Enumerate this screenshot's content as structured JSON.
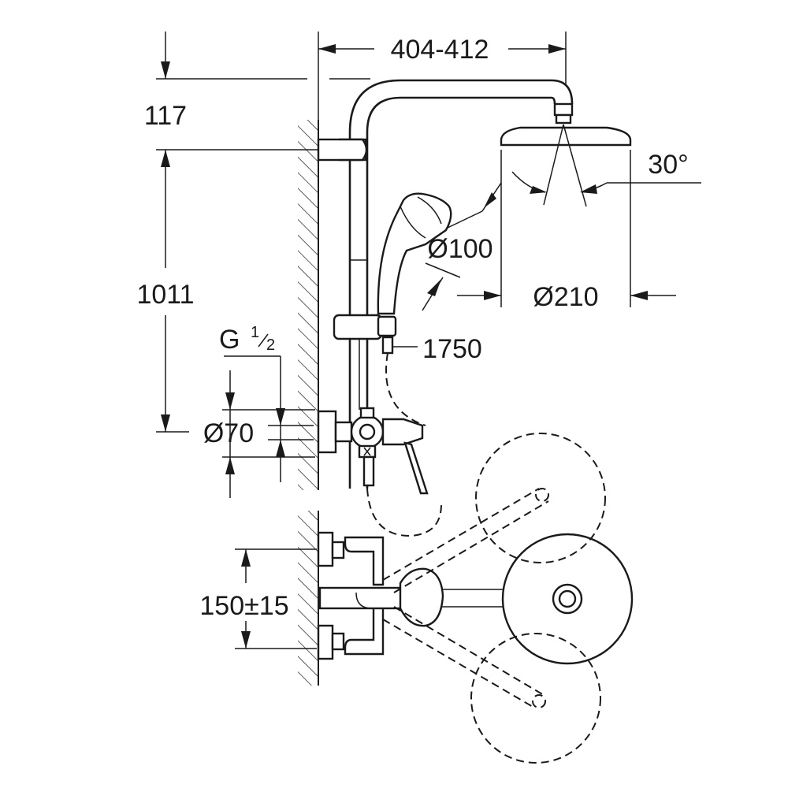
{
  "dimensions": {
    "arm_reach": "404-412",
    "top_offset": "117",
    "height": "1011",
    "thread_main": "G",
    "thread_num": "1",
    "thread_den": "2",
    "flange_diameter": "Ø70",
    "hand_shower_diameter": "Ø100",
    "head_shower_diameter": "Ø210",
    "tilt_angle": "30°",
    "hose_length": "1750",
    "connection_spacing": "150±15"
  },
  "colors": {
    "line": "#1a1a1a",
    "background": "#ffffff"
  }
}
